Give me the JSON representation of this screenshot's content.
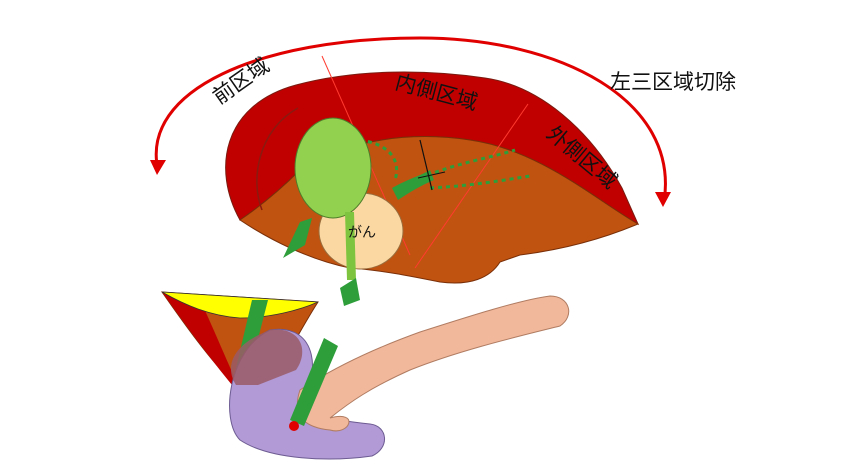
{
  "labels": {
    "anterior": "前区域",
    "medial": "内側区域",
    "left_resection": "左三区域切除",
    "lateral": "外側区域",
    "cancer": "がん"
  },
  "colors": {
    "liver_rim": "#c00000",
    "liver": "#c0530f",
    "gallbladder": "#92d050",
    "bile_duct": "#2e9e3b",
    "tumor": "#fbd8a2",
    "pancreas": "#f2b89b",
    "duodenum": "#b19ad6",
    "cut_face": "#ffff00",
    "arrow": "#e00000"
  }
}
